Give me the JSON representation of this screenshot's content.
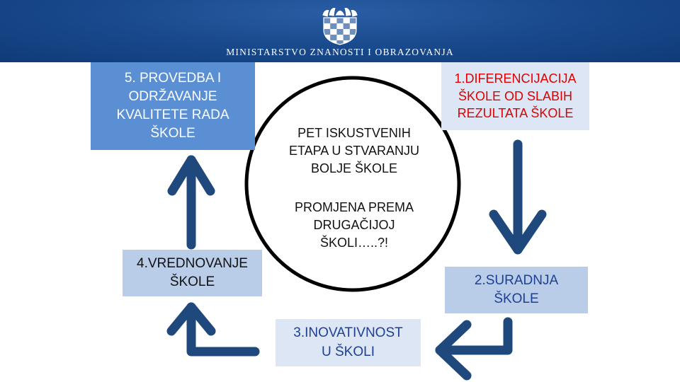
{
  "header": {
    "ministry_name": "MINISTARSTVO ZNANOSTI I OBRAZOVANJA",
    "crest_icon": "croatian-coat-of-arms-icon",
    "background_color": "#1a4b8e"
  },
  "center": {
    "title": "PET ISKUSTVENIH\nETAPA U STVARANJU\nBOLJE ŠKOLE",
    "subtitle": "PROMJENA PREMA\nDRUGAČIJOJ\nŠKOLI…..?!"
  },
  "stages": [
    {
      "label": "1.DIFERENCIJACIJA\nŠKOLE  OD  SLABIH\nREZULTATA  ŠKOLE",
      "color": "#e00000"
    },
    {
      "label": "2.SURADNJA\nŠKOLE",
      "color": "#1f3f95"
    },
    {
      "label": "3.INOVATIVNOST\nU ŠKOLI",
      "color": "#1f3f95"
    },
    {
      "label": "4.VREDNOVANJE\nŠKOLE",
      "color": "#111111"
    },
    {
      "label": "5. PROVEDBA I\nODRŽAVANJE\nKVALITETE RADA\nŠKOLE",
      "color": "#ffffff"
    }
  ],
  "arrow_color": "#1f497d"
}
